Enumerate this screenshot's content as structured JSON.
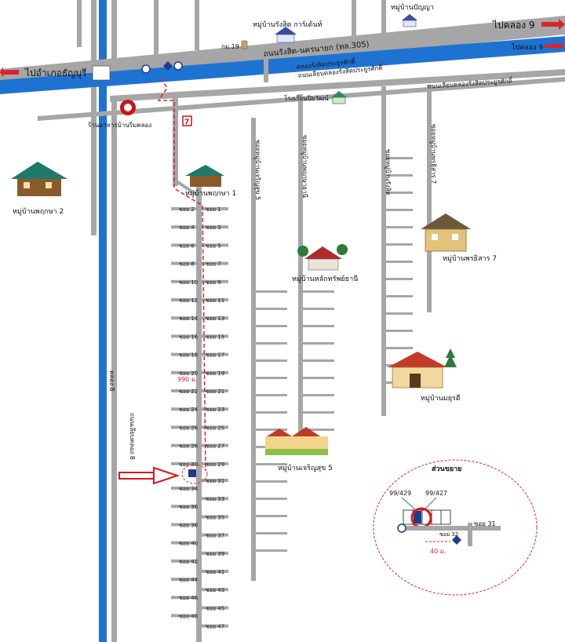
{
  "directions": {
    "to_thanyaburi": "ไปอำเภอธัญบุรี",
    "to_khlong9_top": "ไปคลอง 9",
    "to_khlong9_bottom": "ไปคลอง 9"
  },
  "roads": {
    "main_road": "ถนนรังสิต-นครนายก (ทล.305)",
    "canal": "คลองรังสิตประยูรศักดิ์",
    "canal_road_a": "ถนนเลียบคลองรังสิตประยูรศักดิ์",
    "canal_road_b": "ถนนเลียบคลองรังสิตประยูรศักดิ์",
    "khlong8": "คลอง 8",
    "khlong8_road": "ถนนเลียบคลอง 8",
    "km_marker": "กม.19",
    "soi_5": "ซอยหมู่บ้านเจริญสุข 5",
    "soi_phruksa": "ซอยหมู่บ้านพฤกษาธานี",
    "soi_rang": "ซอยหมู่บ้านรังสิต",
    "soi_7": "ซอยหมู่บ้านพรธิสาร 7"
  },
  "landmarks": {
    "restaurant": "ร้านอาหารบ้านริมคลอง",
    "school": "โรงเรียนปิยวัฒน์",
    "seven_eleven": "7"
  },
  "villages": {
    "pruksa1": "หมู่บ้านพฤกษา 1",
    "pruksa2": "หมู่บ้านพฤกษา 2",
    "rangsit_garden": "หมู่บ้านรังสิต การ์เด้นท์",
    "panya": "หมู่บ้านปัญญา",
    "pornthisan7": "หมู่บ้านพรธิสาร 7",
    "lakthong": "หมู่บ้านหลักทรัพย์ธานี",
    "mayura": "หมู่บ้านมยุรดี",
    "charoensuk5": "หมู่บ้านเจริญสุข 5"
  },
  "distances": {
    "route": "990 ม.",
    "inset": "40 ม."
  },
  "soi_left": [
    "ซอย 2",
    "ซอย 4",
    "ซอย 6",
    "ซอย 8",
    "ซอย 10",
    "ซอย 12",
    "ซอย 14",
    "ซอย 16",
    "ซอย 18",
    "ซอย 20",
    "ซอย 22",
    "ซอย 24",
    "ซอย 26",
    "ซอย 28",
    "ซอย 30",
    "ซอย 34",
    "ซอย 36",
    "ซอย 38",
    "ซอย 40",
    "ซอย 42",
    "ซอย 44",
    "ซอย 46",
    "ซอย 48"
  ],
  "soi_right": [
    "ซอย 1",
    "ซอย 3",
    "ซอย 5",
    "ซอย 7",
    "ซอย 9",
    "ซอย 11",
    "ซอย 13",
    "ซอย 15",
    "ซอย 17",
    "ซอย 19",
    "ซอย 21",
    "ซอย 23",
    "ซอย 25",
    "ซอย 27",
    "ซอย 29",
    "ซอย 31",
    "ซอย 33",
    "ซอย 35",
    "ซอย 37",
    "ซอย 39",
    "ซอย 41",
    "ซอย 43",
    "ซอย 45",
    "ซอย 47"
  ],
  "inset": {
    "title": "ส่วนขยาย",
    "house_a": "99/429",
    "house_b": "99/427",
    "soi_31": "ซอย 31",
    "soi_32": "ซอย 32"
  },
  "colors": {
    "canal_blue": "#1e73d2",
    "road_gray": "#a6a6a6",
    "route_red": "#d9252b",
    "arrow_red": "#e0141b"
  }
}
